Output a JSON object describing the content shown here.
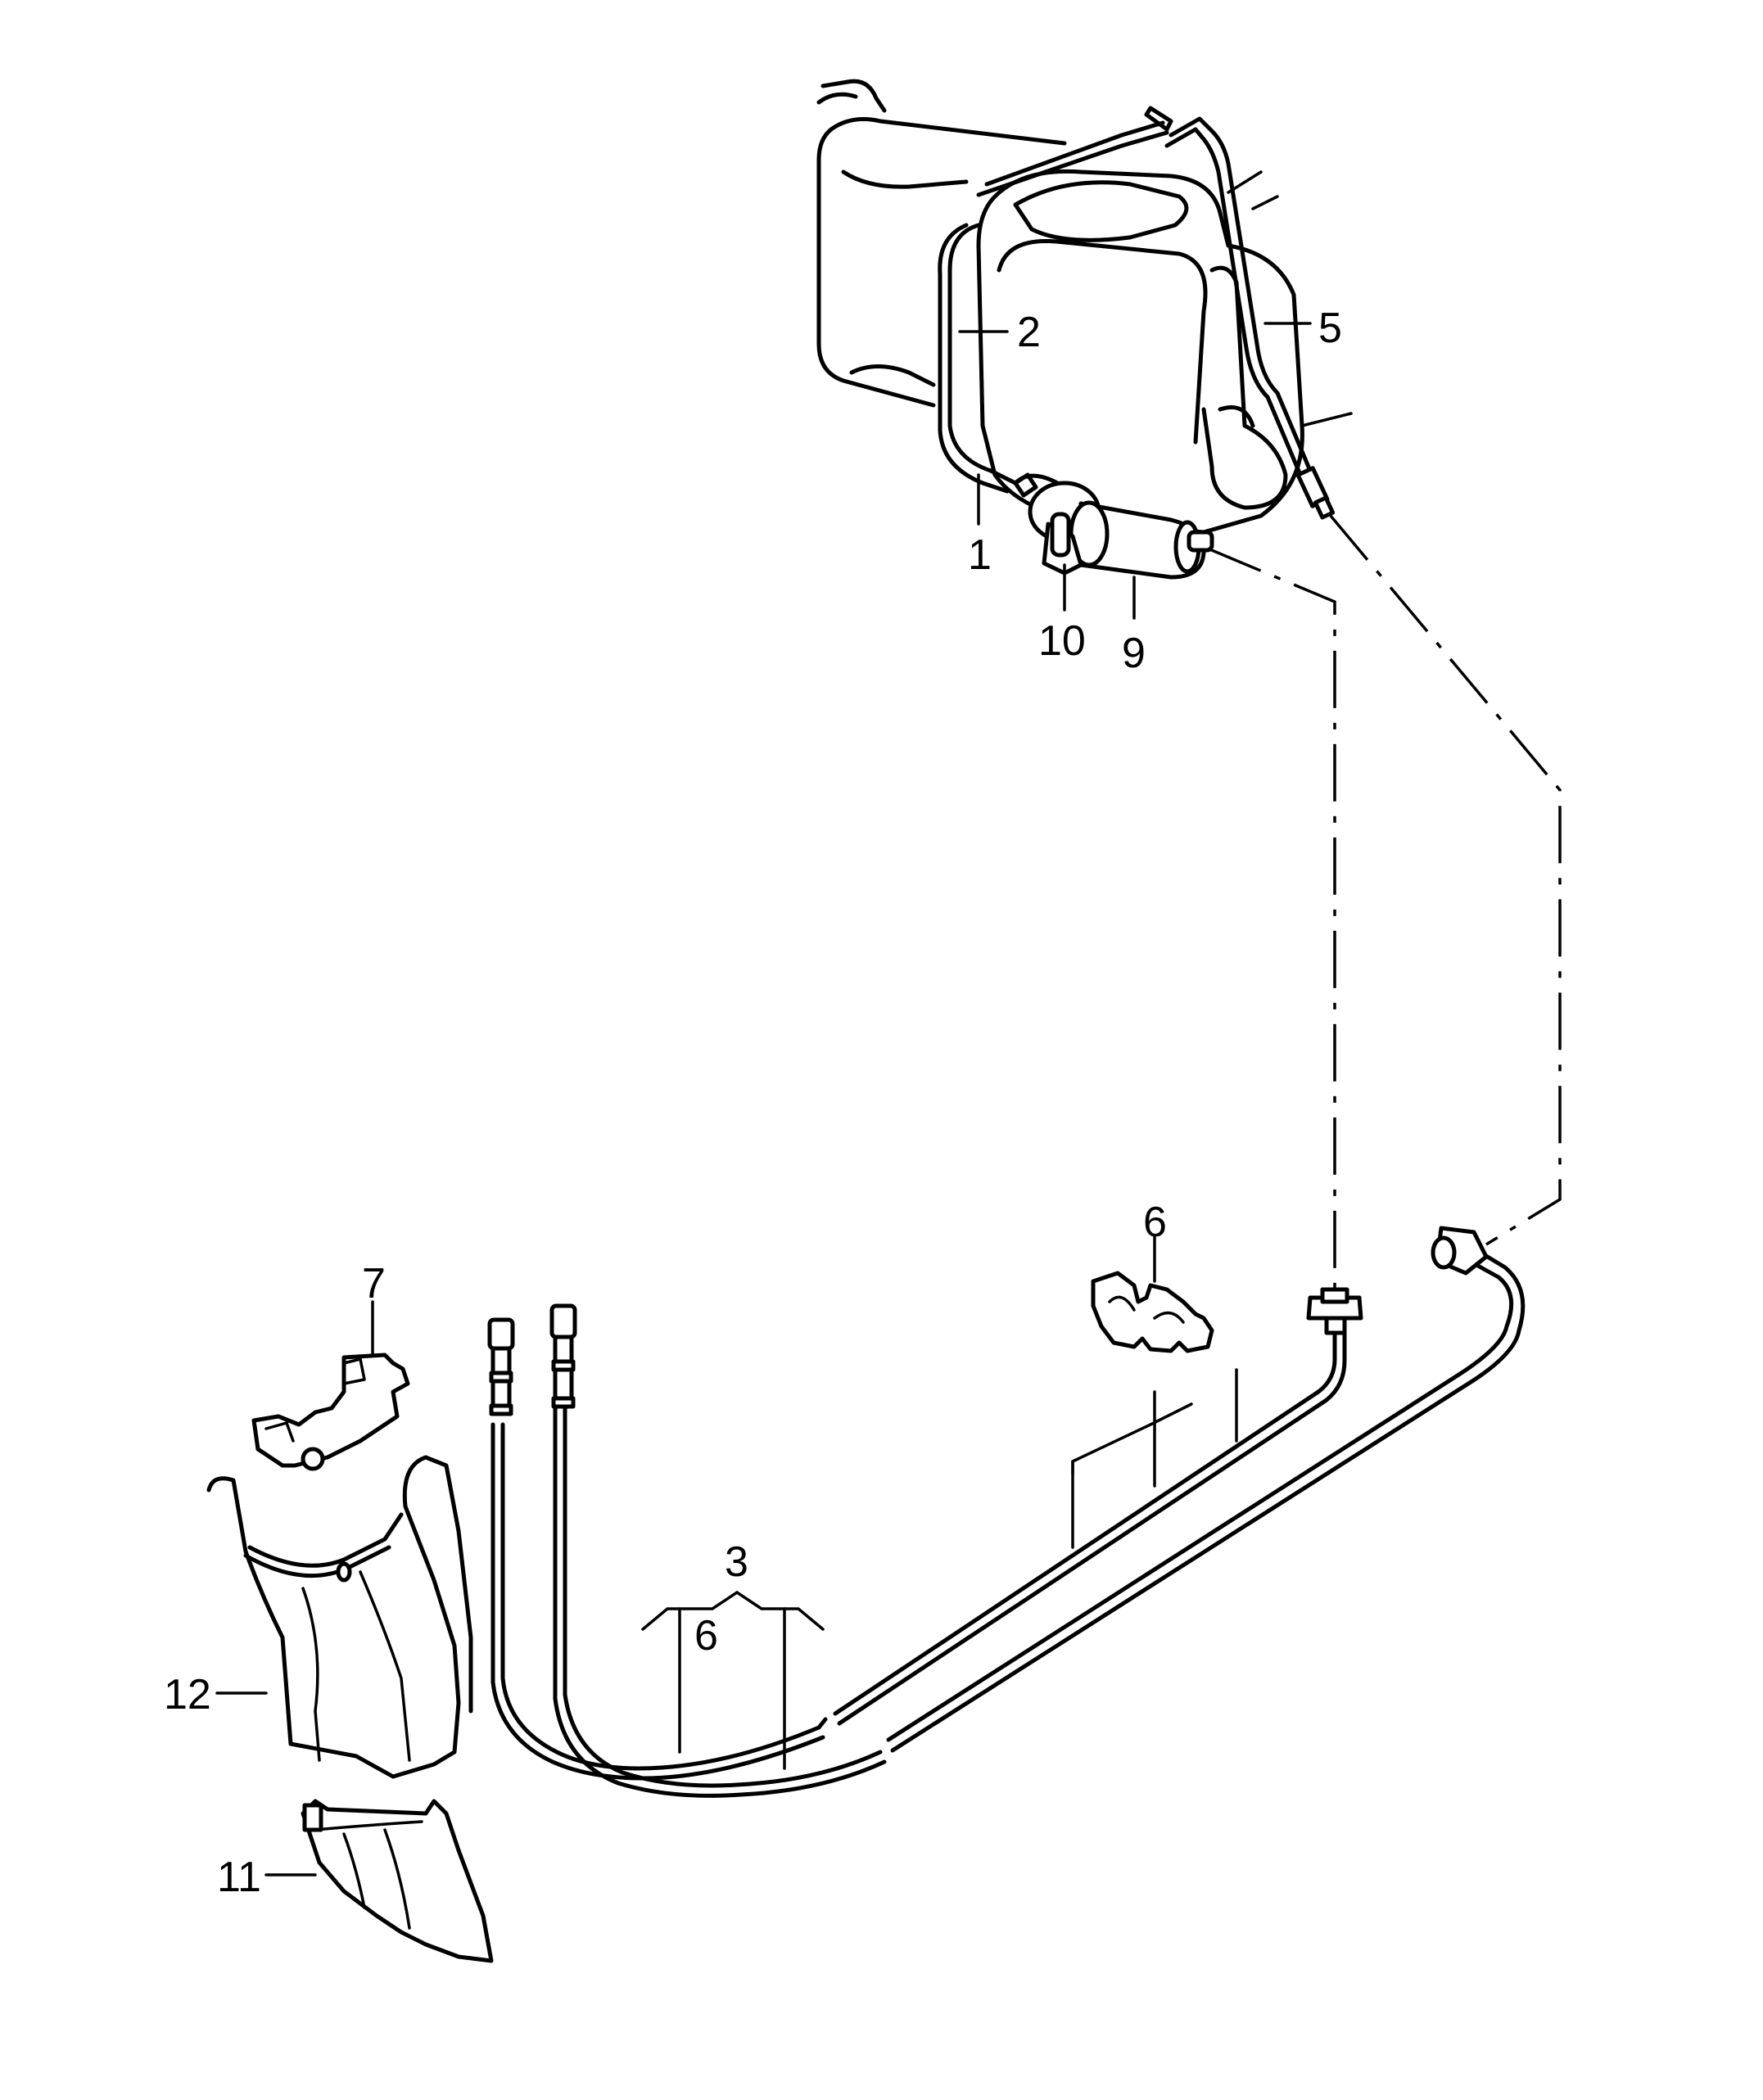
{
  "callouts": {
    "c1": "1",
    "c2": "2",
    "c3": "3",
    "c5": "5",
    "c6a": "6",
    "c6b": "6",
    "c7": "7",
    "c9": "9",
    "c10": "10",
    "c11": "11",
    "c12": "12"
  },
  "colors": {
    "line": "#000000",
    "background": "#ffffff"
  }
}
